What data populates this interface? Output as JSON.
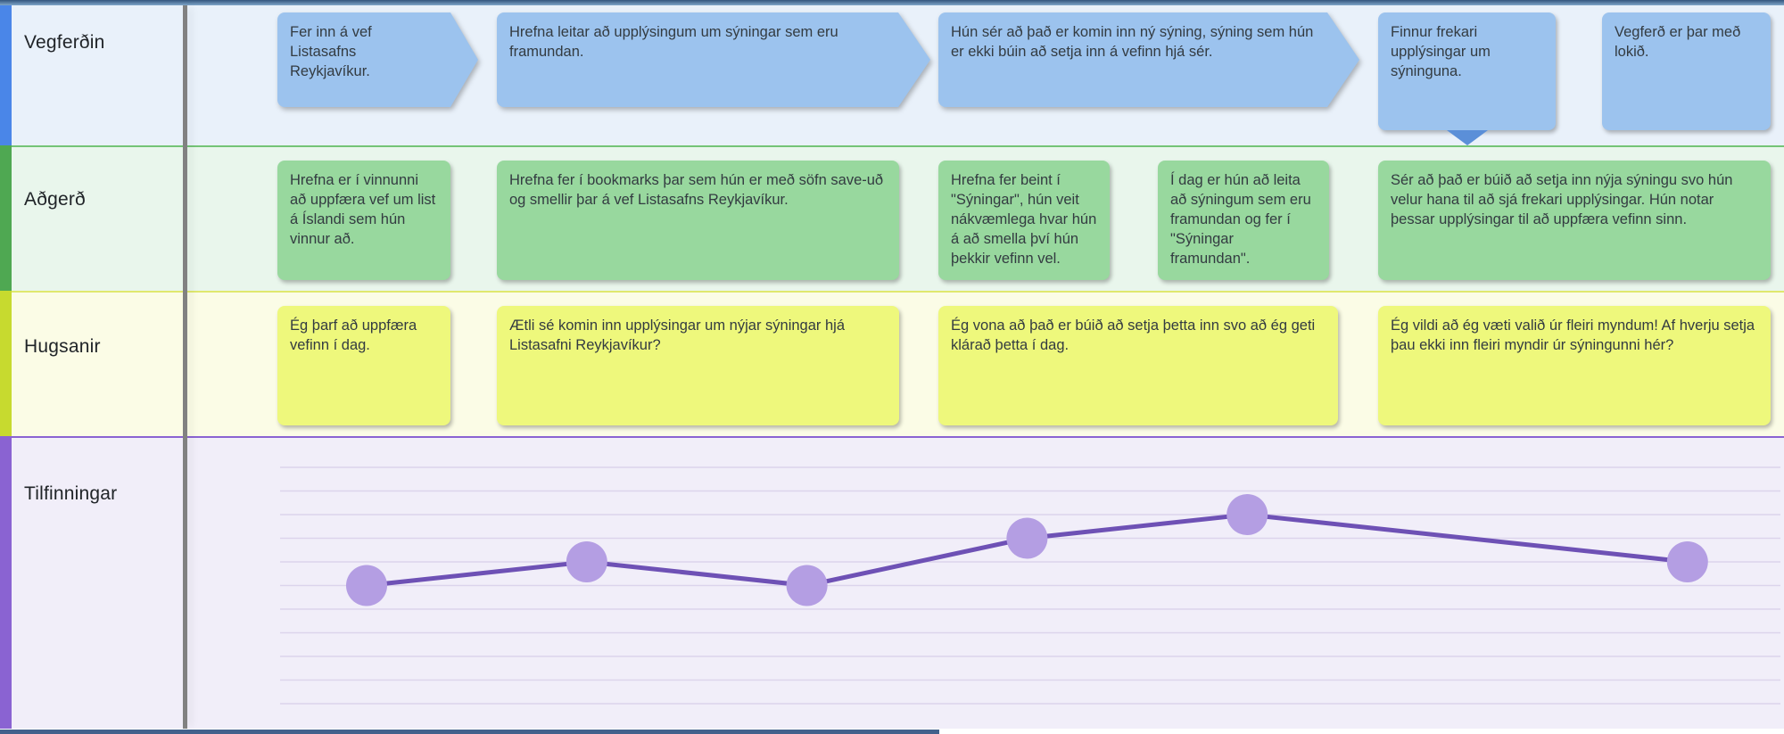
{
  "board": {
    "rows": [
      {
        "id": "journey",
        "label": "Vegferðin",
        "accent_color": "#4a86e8",
        "bg_color": "#e9f1fa"
      },
      {
        "id": "actions",
        "label": "Aðgerð",
        "accent_color": "#4fa852",
        "bg_color": "#e9f6ec"
      },
      {
        "id": "thoughts",
        "label": "Hugsanir",
        "accent_color": "#c7da2f",
        "bg_color": "#fbfce6"
      },
      {
        "id": "emotions",
        "label": "Tilfinningar",
        "accent_color": "#8a63d2",
        "bg_color": "#f1eef9"
      }
    ]
  },
  "journey": {
    "steps": [
      "Fer inn á vef Listasafns Reykjavíkur.",
      "Hrefna leitar að upplýsingum um sýningar sem eru framundan.",
      "Hún sér að það er komin inn ný sýning, sýning sem hún er ekki búin að setja inn á vefinn hjá sér.",
      "Finnur frekari upplýsingar um sýninguna.",
      "Vegferð er þar með lokið."
    ],
    "note_color": "#9cc3ee"
  },
  "actions": {
    "notes": [
      "Hrefna er í vinnunni að uppfæra vef um list á Íslandi sem hún vinnur að.",
      "Hrefna fer í bookmarks þar sem hún er með söfn save-uð og smellir þar á vef Listasafns Reykjavíkur.",
      "Hrefna fer beint í \"Sýningar\", hún veit nákvæmlega hvar hún á að smella því hún þekkir vefinn vel.",
      "Í dag er hún að leita að sýningum sem eru framundan og fer í \"Sýningar framundan\".",
      "Sér að það er búið að setja inn nýja sýningu svo hún velur hana til að sjá frekari upplýsingar. Hún notar þessar upplýsingar til að uppfæra vefinn sinn."
    ],
    "note_color": "#98d89e"
  },
  "thoughts": {
    "notes": [
      "Ég þarf að uppfæra vefinn í dag.",
      "Ætli sé komin inn upplýsingar um nýjar sýningar hjá Listasafni Reykjavíkur?",
      "Ég vona að það er búið að setja þetta inn svo að ég geti klárað þetta í dag.",
      "Ég vildi að ég væti valið úr fleiri myndum! Af hverju setja þau ekki inn fleiri myndir úr sýningunni hér?"
    ],
    "note_color": "#eef87c"
  },
  "chart_data": {
    "type": "line",
    "title": "Tilfinningar (emotion curve)",
    "x_slots": [
      1,
      2,
      3,
      4,
      5,
      7
    ],
    "values": [
      5,
      6,
      5,
      7,
      8,
      6
    ],
    "value_note": "estimated emotion level in gridline units above bottom visible gridline",
    "ylim": [
      0,
      10
    ],
    "gridline_count": 11,
    "grid": true,
    "legend": "none",
    "line_color": "#6e51b5",
    "point_color": "#b49ee3",
    "gridline_color": "#dcd4ec"
  }
}
